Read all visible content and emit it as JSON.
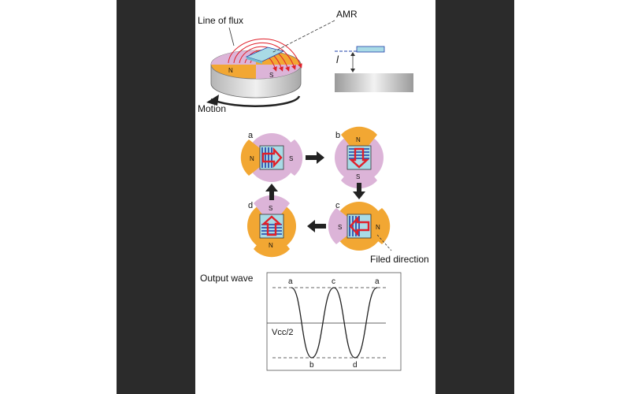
{
  "top": {
    "flux_label": "Line of flux",
    "amr_label": "AMR",
    "motion_label": "Motion",
    "pole_n": "N",
    "pole_s": "S",
    "gap_label": "l"
  },
  "stages": [
    {
      "letter": "a",
      "poles": [
        "N",
        "S"
      ],
      "orientation": "horizontal"
    },
    {
      "letter": "b",
      "poles": [
        "N",
        "S"
      ],
      "orientation": "vertical"
    },
    {
      "letter": "c",
      "poles": [
        "S",
        "N"
      ],
      "orientation": "horizontal"
    },
    {
      "letter": "d",
      "poles": [
        "S",
        "N"
      ],
      "orientation": "vertical"
    }
  ],
  "field_label": "Filed direction",
  "output": {
    "title": "Output wave",
    "center_label": "Vcc/2",
    "top_labels": [
      "a",
      "c",
      "a"
    ],
    "bottom_labels": [
      "b",
      "d"
    ]
  },
  "colors": {
    "orange": "#f2a733",
    "pink": "#dcb4d8",
    "red": "#e0202a",
    "blue": "#1e3fa8",
    "cyan": "#a9dbe6",
    "background": "#2b2b2b"
  }
}
